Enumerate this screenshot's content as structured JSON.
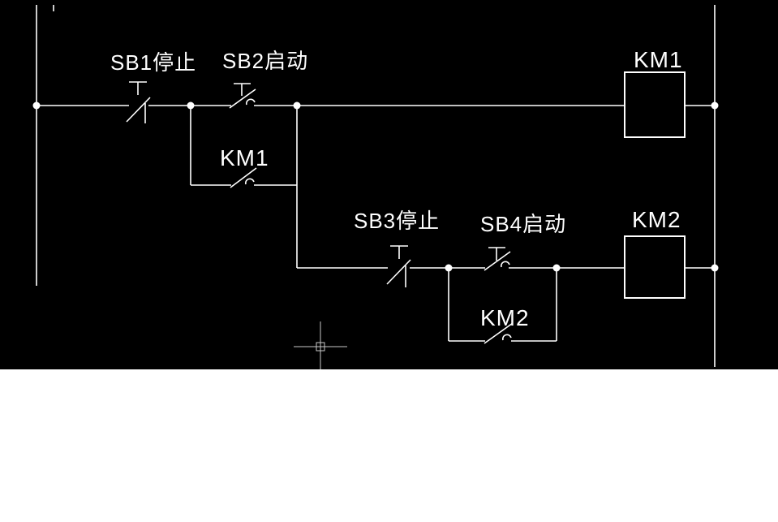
{
  "colors": {
    "canvas_background": "#000000",
    "wire": "#ffffff",
    "text": "#ffffff",
    "crosshair": "#c8c8c8"
  },
  "diagram": {
    "type": "ladder-control-circuit",
    "labels": {
      "sb1": "SB1停止",
      "sb2": "SB2启动",
      "km1_contact": "KM1",
      "km1_coil": "KM1",
      "sb3": "SB3停止",
      "sb4": "SB4启动",
      "km2_contact": "KM2",
      "km2_coil": "KM2"
    },
    "components": [
      {
        "id": "SB1",
        "kind": "pushbutton-normally-closed",
        "caption": "SB1停止"
      },
      {
        "id": "SB2",
        "kind": "pushbutton-normally-open",
        "caption": "SB2启动"
      },
      {
        "id": "KM1-aux",
        "kind": "self-holding-contact",
        "caption": "KM1"
      },
      {
        "id": "KM1",
        "kind": "contactor-coil",
        "caption": "KM1"
      },
      {
        "id": "SB3",
        "kind": "pushbutton-normally-closed",
        "caption": "SB3停止"
      },
      {
        "id": "SB4",
        "kind": "pushbutton-normally-open",
        "caption": "SB4启动"
      },
      {
        "id": "KM2-aux",
        "kind": "self-holding-contact",
        "caption": "KM2"
      },
      {
        "id": "KM2",
        "kind": "contactor-coil",
        "caption": "KM2"
      }
    ],
    "cursor": {
      "kind": "crosshair-with-pickbox"
    }
  }
}
